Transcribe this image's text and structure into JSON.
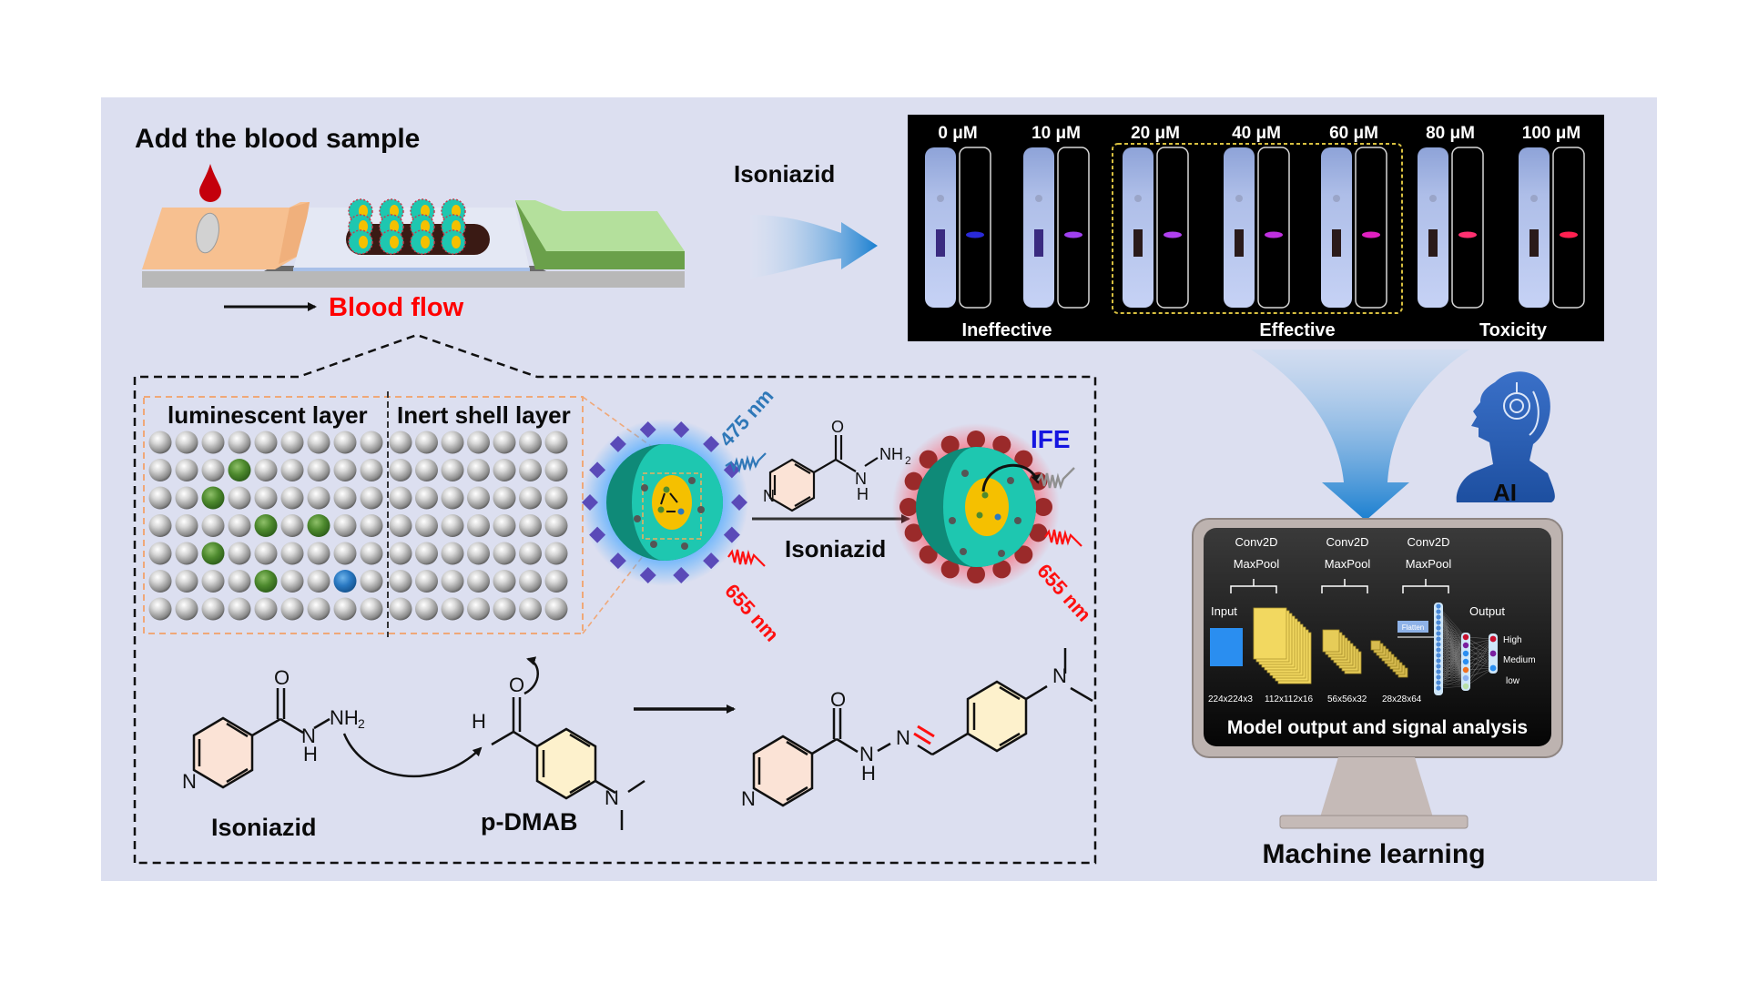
{
  "figure": {
    "strip_section": {
      "title": "Add the blood sample",
      "flow_label": "Blood flow",
      "drug_label": "Isoniazid"
    },
    "test_strip_panel": {
      "concentrations": [
        "0 μM",
        "10 μM",
        "20 μM",
        "40 μM",
        "60 μM",
        "80 μM",
        "100 μM"
      ],
      "categories": [
        {
          "label": "Ineffective",
          "range": [
            "0 μM",
            "10 μM"
          ]
        },
        {
          "label": "Effective",
          "range": [
            "20 μM",
            "40 μM",
            "60 μM"
          ]
        },
        {
          "label": "Toxicity",
          "range": [
            "80 μM",
            "100 μM"
          ]
        }
      ],
      "band_colors": [
        "#2a2ad8",
        "#a040f0",
        "#b040f0",
        "#c030e0",
        "#e020c0",
        "#ff3070",
        "#ff2050"
      ]
    },
    "lattice": {
      "left_label": "luminescent layer",
      "right_label": "Inert shell layer",
      "rows": 7,
      "left_cols": 9,
      "right_cols": 7,
      "green_dopants": [
        [
          1,
          3
        ],
        [
          2,
          2
        ],
        [
          3,
          4
        ],
        [
          3,
          6
        ],
        [
          4,
          2
        ],
        [
          5,
          4
        ]
      ],
      "blue_dopants": [
        [
          5,
          7
        ]
      ]
    },
    "nanoparticle_reaction": {
      "emission_blue": "475 nm",
      "emission_red_before": "655 nm",
      "emission_red_after": "655 nm",
      "reagent_label": "Isoniazid",
      "effect_label": "IFE",
      "molecule_atoms": {
        "O": "O",
        "N": "N",
        "NH2": "NH",
        "sub2": "2",
        "H": "H"
      }
    },
    "chemical_reaction": {
      "reactant1": "Isoniazid",
      "reactant2": "p-DMAB",
      "atom_O": "O",
      "atom_N": "N",
      "atom_H": "H",
      "atom_NH": "NH",
      "sub2": "2"
    },
    "machine_learning": {
      "ai_label": "AI",
      "caption": "Machine learning",
      "screen_title": "Model output and signal analysis",
      "layers": [
        {
          "line1": "Conv2D",
          "line2": "MaxPool"
        },
        {
          "line1": "Conv2D",
          "line2": "MaxPool"
        },
        {
          "line1": "Conv2D",
          "line2": "MaxPool"
        }
      ],
      "input_label": "Input",
      "output_label": "Output",
      "flatten_label": "Flatten",
      "dims": [
        "224x224x3",
        "112x112x16",
        "56x56x32",
        "28x28x64"
      ],
      "output_classes": [
        "High",
        "Medium",
        "low"
      ]
    },
    "colors": {
      "panel_bg": "#dcdff0",
      "flow_red": "#ff0000",
      "arrow_blue": "#1a7fd0",
      "ife_blue": "#1515e0",
      "nm_blue": "#2f78b8",
      "teal": "#1ec7b0",
      "gold": "#f5c000"
    }
  }
}
